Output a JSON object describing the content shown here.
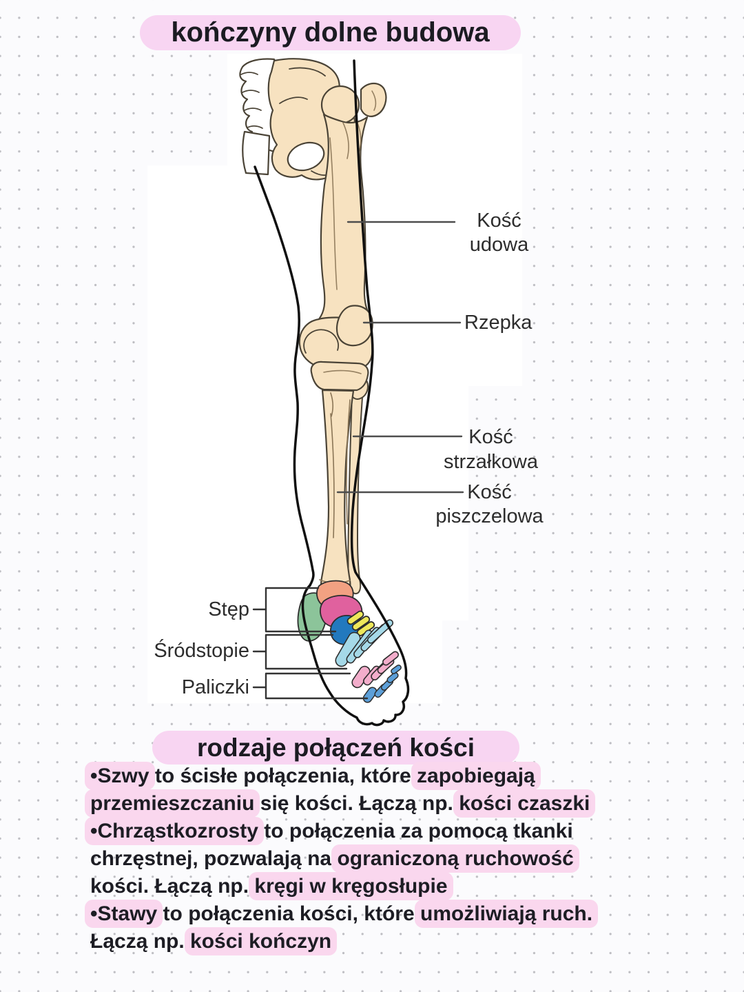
{
  "page": {
    "title": "kończyny dolne budowa",
    "section_title": "rodzaje połączeń kości"
  },
  "diagram": {
    "labels": {
      "femur": "Kość\nudowa",
      "patella": "Rzepka",
      "fibula": "Kość\nstrzałkowa",
      "tibia": "Kość\npiszczelowa",
      "tarsus": "Stęp",
      "metatarsus": "Śródstopie",
      "phalanges": "Paliczki"
    },
    "colors": {
      "bone_cream": "#f7e2c0",
      "talus_salmon": "#f2a182",
      "calcaneus_green": "#8cc49a",
      "navicular_magenta": "#e0619e",
      "cuboid_blue": "#2279be",
      "cuneiform_yellow": "#efe85a",
      "metatarsal_lightblue": "#a5d9e8",
      "phalanx_pink": "#f3adcb",
      "distal_phalanx_blue": "#5c9fd8",
      "outline_black": "#101010",
      "highlight_pink": "#f8d5f2",
      "text_highlight_pink": "#fad7ee",
      "ink": "#1d1d24"
    }
  },
  "notes": {
    "lines": [
      {
        "segments": [
          {
            "t": "•Szwy",
            "hl": true
          },
          {
            "t": " to ścisłe połączenia, które ",
            "hl": false
          },
          {
            "t": "zapobiegają",
            "hl": true
          }
        ]
      },
      {
        "segments": [
          {
            "t": "przemieszczaniu",
            "hl": true
          },
          {
            "t": " się kości. Łączą np. ",
            "hl": false
          },
          {
            "t": "kości czaszki",
            "hl": true
          }
        ]
      },
      {
        "segments": [
          {
            "t": "•Chrząstkozrosty",
            "hl": true
          },
          {
            "t": " to połączenia za pomocą tkanki",
            "hl": false
          }
        ]
      },
      {
        "segments": [
          {
            "t": "chrzęstnej, pozwalają na ",
            "hl": false
          },
          {
            "t": "ograniczoną ruchowość",
            "hl": true
          }
        ]
      },
      {
        "segments": [
          {
            "t": "kości. Łączą np. ",
            "hl": false
          },
          {
            "t": "kręgi w kręgosłupie",
            "hl": true
          }
        ]
      },
      {
        "segments": [
          {
            "t": "•Stawy",
            "hl": true
          },
          {
            "t": " to połączenia kości, które ",
            "hl": false
          },
          {
            "t": "umożliwiają ruch.",
            "hl": true
          }
        ]
      },
      {
        "segments": [
          {
            "t": "Łączą np. ",
            "hl": false
          },
          {
            "t": "kości kończyn",
            "hl": true
          }
        ]
      }
    ]
  }
}
